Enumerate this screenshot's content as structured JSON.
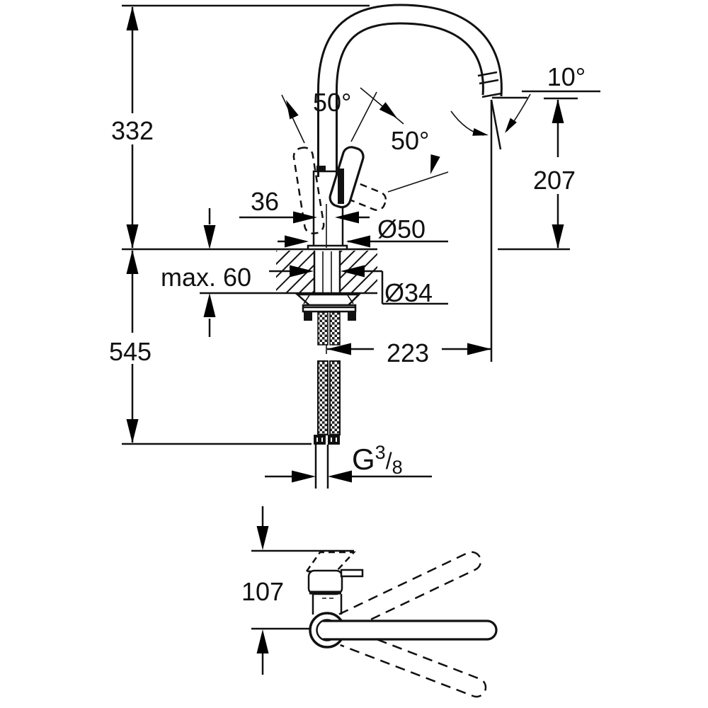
{
  "drawing": {
    "title": "kitchen-faucet-dimensional-drawing",
    "labels": {
      "height_overall": "332",
      "spout_to_counter": "207",
      "tip_angle": "10°",
      "handle_angle_front": "50°",
      "handle_angle_side": "50°",
      "handle_width": "36",
      "base_diameter": "Ø50",
      "mounting_thickness": "max. 60",
      "hole_diameter": "Ø34",
      "total_height": "545",
      "spout_reach": "223",
      "top_view_depth": "107",
      "thread": {
        "prefix": "G",
        "numerator": "3",
        "slash": "/",
        "denominator": "8"
      }
    },
    "colors": {
      "ink": "#111111",
      "background": "#ffffff"
    }
  }
}
